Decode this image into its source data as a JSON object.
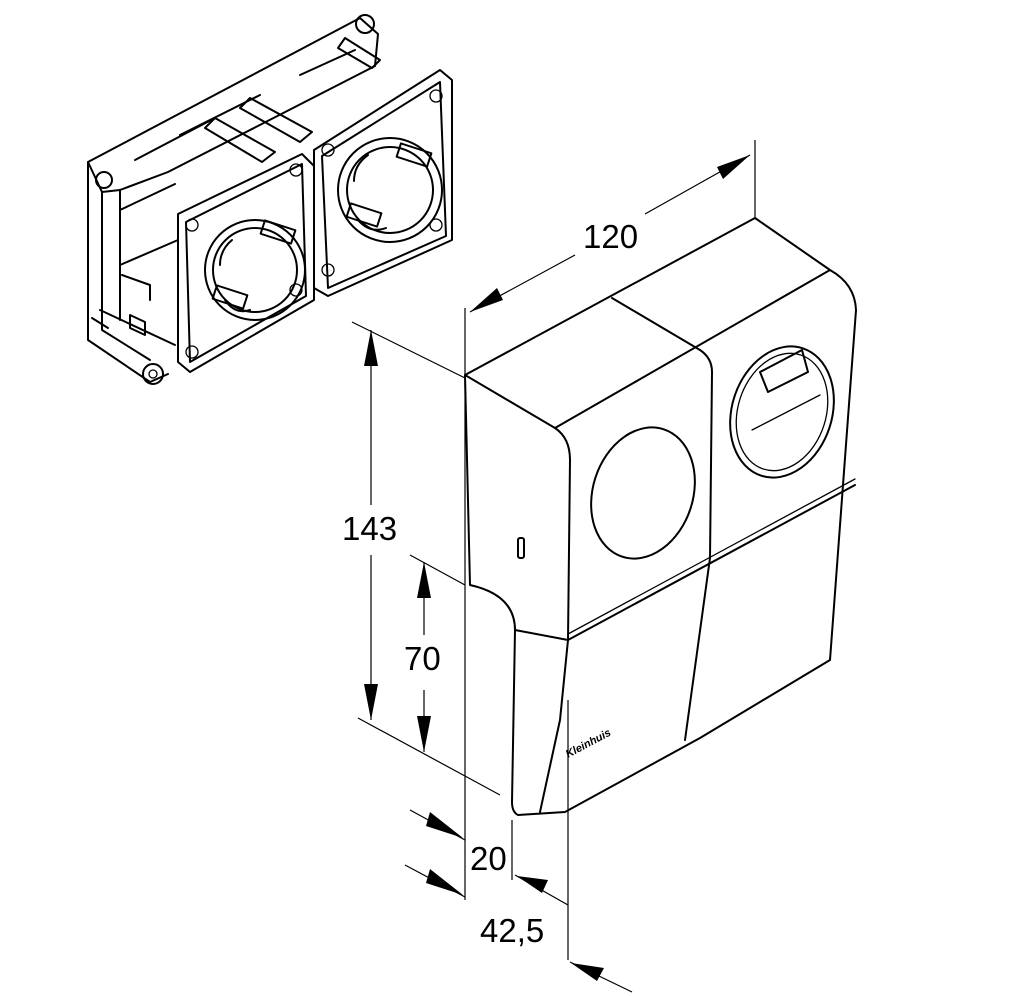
{
  "dimensions": {
    "width": "120",
    "height": "143",
    "inner_height": "70",
    "depth_front": "20",
    "depth_total": "42,5"
  },
  "brand": "Kleinhuis"
}
